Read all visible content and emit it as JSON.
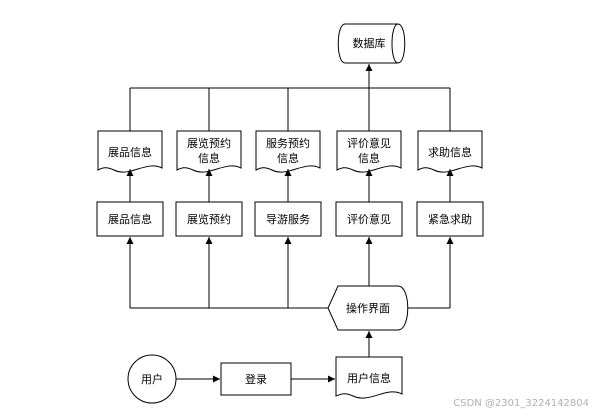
{
  "database": {
    "label": "数据库"
  },
  "documents": [
    {
      "lines": [
        "展品信息"
      ]
    },
    {
      "lines": [
        "展览预约",
        "信息"
      ]
    },
    {
      "lines": [
        "服务预约",
        "信息"
      ]
    },
    {
      "lines": [
        "评价意见",
        "信息"
      ]
    },
    {
      "lines": [
        "求助信息"
      ]
    }
  ],
  "modules": [
    {
      "label": "展品信息"
    },
    {
      "label": "展览预约"
    },
    {
      "label": "导游服务"
    },
    {
      "label": "评价意见"
    },
    {
      "label": "紧急求助"
    }
  ],
  "interface": {
    "label": "操作界面"
  },
  "flow": {
    "user_label": "用户",
    "login_label": "登录",
    "user_info_label": "用户信息"
  },
  "watermark": "CSDN @2301_3224142804"
}
